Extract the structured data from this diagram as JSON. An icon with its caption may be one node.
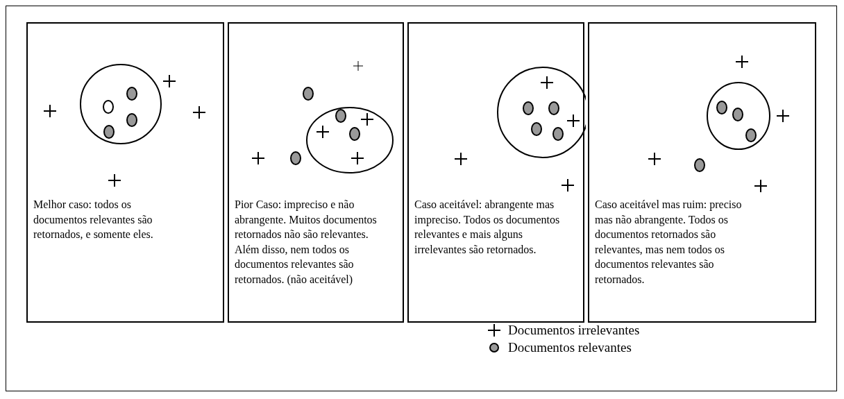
{
  "diagram": {
    "nodes": [
      {
        "text": [
          "Melhor caso: todos os documentos relevantes são retornados, e somente eles."
        ]
      },
      {
        "text": [
          "Pior Caso: impreciso e não abrangente. Muitos documentos retornados não são relevantes. Além disso, nem todos os documentos relevantes são retornados. (não aceitável)"
        ]
      },
      {
        "text": [
          "Caso aceitável: abrangente mas impreciso. Todos os documentos relevantes e mais alguns irrelevantes são retornados."
        ]
      },
      {
        "text": [
          "Caso aceitável mas ruim: preciso mas não abrangente. Todos os documentos retornados são relevantes, mas nem todos os documentos relevantes são retornados."
        ]
      }
    ],
    "edges": [],
    "legend": [
      {
        "text": "Documentos irrelevantes"
      },
      {
        "text": "Documentos relevantes"
      }
    ]
  }
}
